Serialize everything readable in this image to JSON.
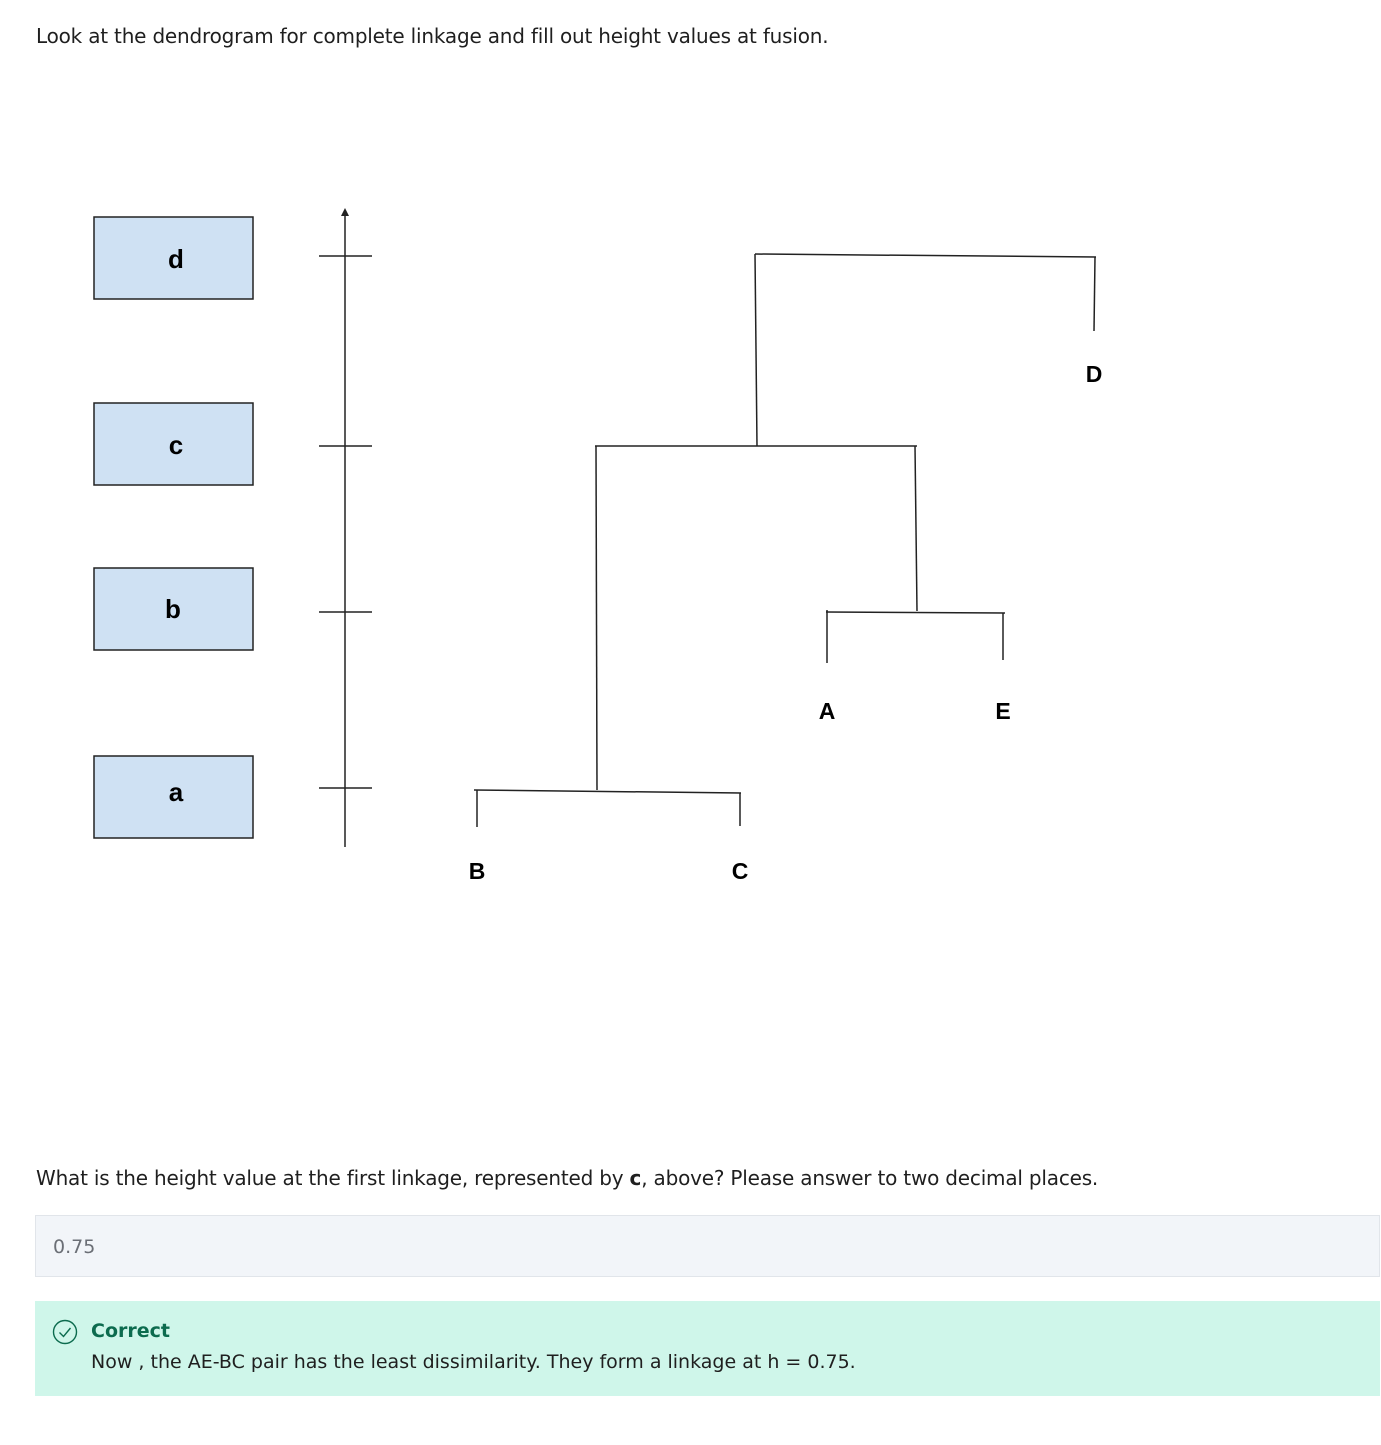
{
  "intro_text": "Look at the dendrogram for complete linkage and fill out height values at fusion.",
  "figure": {
    "height_boxes": [
      "d",
      "c",
      "b",
      "a"
    ],
    "leaves": [
      "B",
      "C",
      "A",
      "E",
      "D"
    ]
  },
  "question": {
    "before": "What is the height value at the first linkage, represented by ",
    "bold": "c",
    "after": ", above? Please answer to two decimal places."
  },
  "answer": {
    "value": "0.75"
  },
  "feedback": {
    "status": "Correct",
    "message": "Now , the AE-BC pair has the least dissimilarity. They form a linkage at h = 0.75.",
    "color": "#0c6b4e",
    "background": "#cff6ea",
    "icon": "check-circle-icon"
  }
}
